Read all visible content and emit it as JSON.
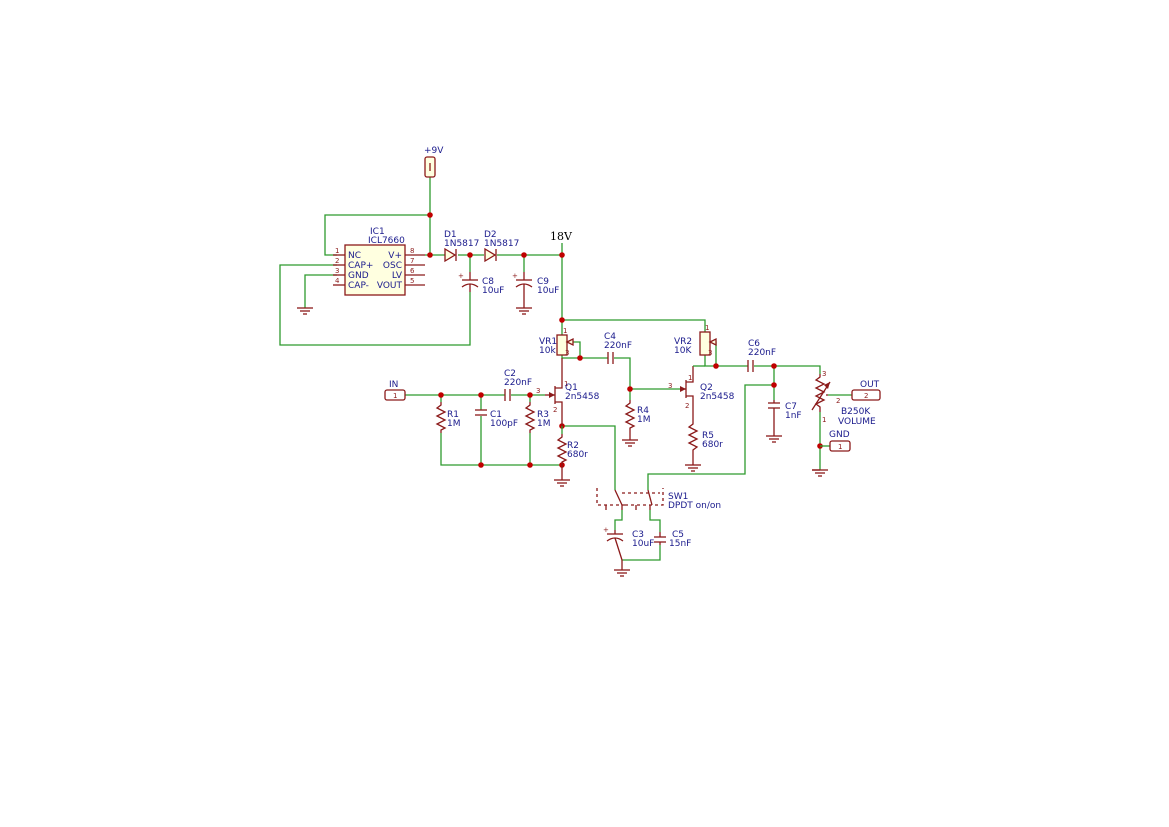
{
  "schematic": {
    "power": {
      "plus9v": "+9V",
      "net18v": "18V"
    },
    "ic1": {
      "ref": "IC1",
      "value": "ICL7660",
      "pins_left": [
        {
          "num": "1",
          "name": "NC"
        },
        {
          "num": "2",
          "name": "CAP+"
        },
        {
          "num": "3",
          "name": "GND"
        },
        {
          "num": "4",
          "name": "CAP-"
        }
      ],
      "pins_right": [
        {
          "num": "8",
          "name": "V+"
        },
        {
          "num": "7",
          "name": "OSC"
        },
        {
          "num": "6",
          "name": "LV"
        },
        {
          "num": "5",
          "name": "VOUT"
        }
      ]
    },
    "d1": {
      "ref": "D1",
      "value": "1N5817"
    },
    "d2": {
      "ref": "D2",
      "value": "1N5817"
    },
    "c8": {
      "ref": "C8",
      "value": "10uF"
    },
    "c9": {
      "ref": "C9",
      "value": "10uF"
    },
    "vr1": {
      "ref": "VR1",
      "value": "10k"
    },
    "vr2": {
      "ref": "VR2",
      "value": "10K"
    },
    "c4": {
      "ref": "C4",
      "value": "220nF"
    },
    "c6": {
      "ref": "C6",
      "value": "220nF"
    },
    "c2": {
      "ref": "C2",
      "value": "220nF"
    },
    "q1": {
      "ref": "Q1",
      "value": "2n5458"
    },
    "q2": {
      "ref": "Q2",
      "value": "2n5458"
    },
    "r1": {
      "ref": "R1",
      "value": "1M"
    },
    "c1": {
      "ref": "C1",
      "value": "100pF"
    },
    "r3": {
      "ref": "R3",
      "value": "1M"
    },
    "r2": {
      "ref": "R2",
      "value": "680r"
    },
    "r4": {
      "ref": "R4",
      "value": "1M"
    },
    "r5": {
      "ref": "R5",
      "value": "680r"
    },
    "c7": {
      "ref": "C7",
      "value": "1nF"
    },
    "vol": {
      "ref": "B250K",
      "value": "VOLUME"
    },
    "sw1": {
      "ref": "SW1",
      "value": "DPDT on/on"
    },
    "c3": {
      "ref": "C3",
      "value": "10uF"
    },
    "c5": {
      "ref": "C5",
      "value": "15nF"
    },
    "conn_in": {
      "name": "IN",
      "pin": "1"
    },
    "conn_out": {
      "name": "OUT",
      "pin": "2"
    },
    "conn_gnd": {
      "name": "GND",
      "pin": "1"
    },
    "pinnums": {
      "p1": "1",
      "p2": "2",
      "p3": "3"
    }
  }
}
